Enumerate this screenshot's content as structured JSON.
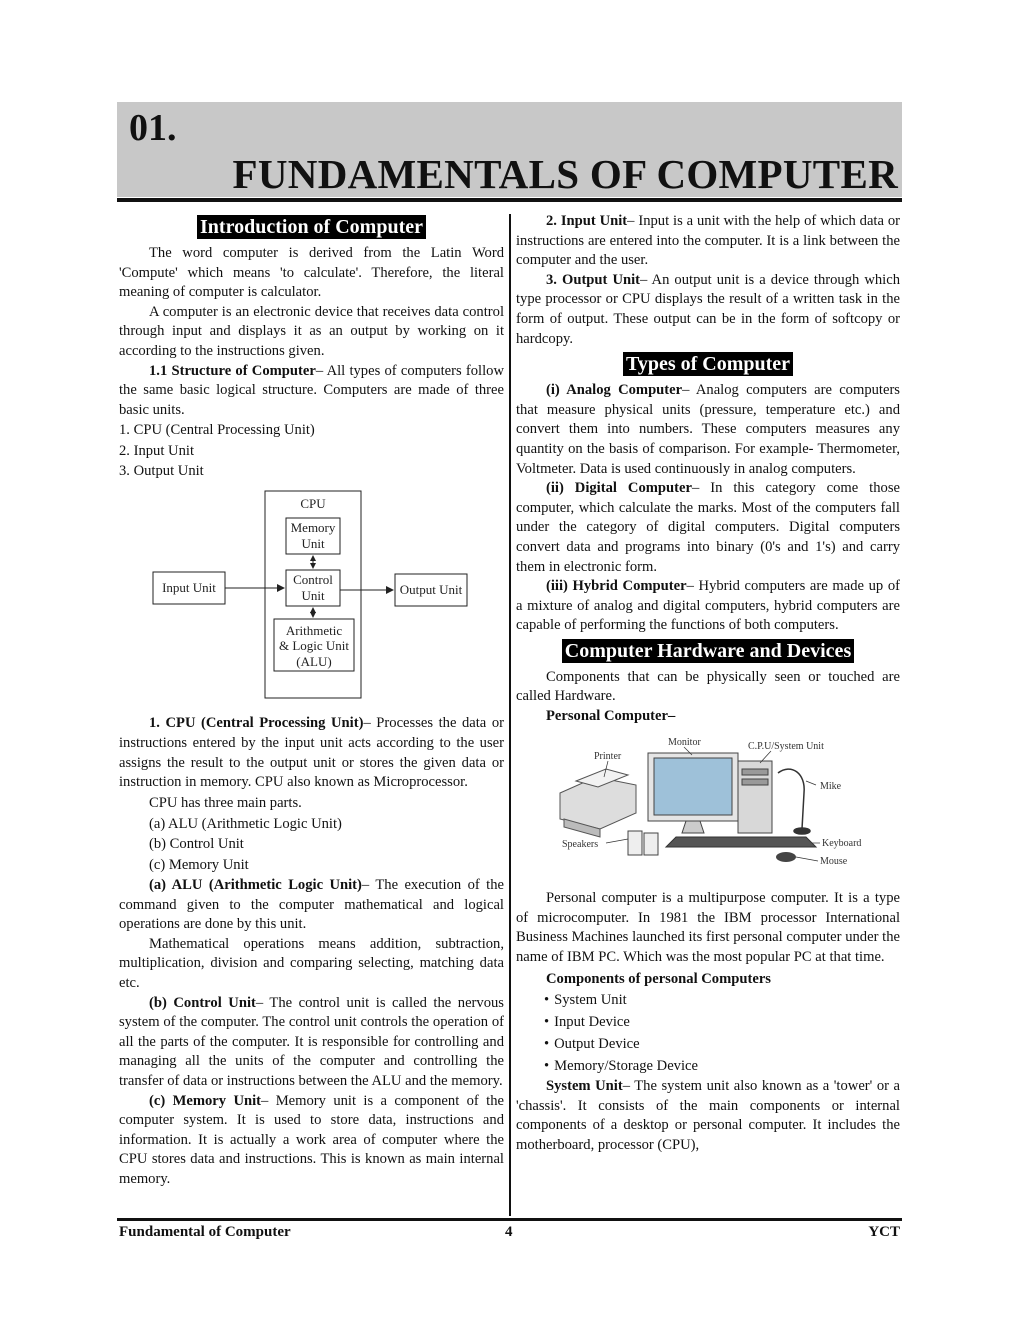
{
  "header": {
    "number": "01.",
    "title": "FUNDAMENTALS OF COMPUTER"
  },
  "left": {
    "h1": "Introduction of Computer",
    "p1": "The word computer is derived from the Latin Word 'Compute' which means 'to calculate'. Therefore, the literal meaning of computer is calculator.",
    "p2": "A computer is an electronic device that receives data control through input and displays it as an output by working on it according to the instructions given.",
    "p3_bold": "1.1 Structure of Computer",
    "p3": "– All types of computers follow the same basic logical structure. Computers are made of three basic units.",
    "units": [
      "1. CPU (Central Processing Unit)",
      "2. Input Unit",
      "3. Output Unit"
    ],
    "diagram": {
      "cpu": "CPU",
      "memory": [
        "Memory",
        "Unit"
      ],
      "control": [
        "Control",
        "Unit"
      ],
      "alu": [
        "Arithmetic",
        "& Logic Unit",
        "(ALU)"
      ],
      "input": "Input Unit",
      "output": "Output Unit"
    },
    "cpu_bold": "1. CPU (Central Processing Unit)",
    "cpu_text": "– Processes the data or instructions entered by the input unit acts according to the user assigns the result to the output unit or stores the given data or instruction in memory. CPU also known as Microprocessor.",
    "cpu_parts_intro": "CPU has three main parts.",
    "cpu_parts": [
      "(a) ALU (Arithmetic Logic Unit)",
      "(b) Control Unit",
      "(c) Memory Unit"
    ],
    "alu_bold": "(a) ALU (Arithmetic Logic Unit)",
    "alu_text": "– The execution of the command given to the computer mathematical and logical operations are done by this unit.",
    "math_text": "Mathematical operations means addition, subtraction, multiplication, division and comparing selecting, matching data etc.",
    "cu_bold": "(b) Control Unit",
    "cu_text": "– The control unit is called the nervous system of the computer. The control unit controls the operation of all the parts of the computer. It is responsible for controlling and managing all the units of the computer and controlling the transfer of data or instructions between the ALU and the memory.",
    "mu_bold": "(c) Memory Unit",
    "mu_text": "– Memory unit is a component of the computer system. It is used to store data, instructions and information. It is actually a work area of computer where the CPU stores data and instructions. This is known as main internal memory."
  },
  "right": {
    "in_bold": "2. Input Unit",
    "in_text": "– Input is a unit with the help of which data or instructions are entered into the computer. It is a link between the computer and the user.",
    "out_bold": "3. Output Unit",
    "out_text": "– An output unit is a device through which type processor or CPU displays the result of a written task in the form of output. These output can be in the form of softcopy or hardcopy.",
    "h2": "Types of Computer",
    "analog_bold": "(i) Analog Computer",
    "analog_text": "– Analog computers are computers that measure physical units (pressure, temperature etc.) and convert them into numbers. These computers measures any quantity on the basis of comparison. For example- Thermometer, Voltmeter. Data is used continuously in analog computers.",
    "digital_bold": "(ii) Digital Computer",
    "digital_text": "– In this category come those computer, which calculate the marks. Most of the computers fall under the category of digital computers. Digital computers convert data and programs into binary (0's and 1's) and carry them in electronic form.",
    "hybrid_bold": "(iii) Hybrid Computer",
    "hybrid_text": "– Hybrid computers are made up of a mixture of analog and digital computers, hybrid computers are capable of performing the functions of both computers.",
    "h3": "Computer Hardware and Devices",
    "hw_text": "Components that can be physically seen or touched are called Hardware.",
    "pc_label": "Personal Computer–",
    "pc_img": {
      "monitor": "Monitor",
      "cpu": "C.P.U/System Unit",
      "printer": "Printer",
      "mike": "Mike",
      "speakers": "Speakers",
      "keyboard": "Keyboard",
      "mouse": "Mouse"
    },
    "pc_text": "Personal computer is a multipurpose computer. It is a type of microcomputer. In 1981 the IBM processor International Business Machines launched its first personal computer under the name of IBM PC. Which was the most popular PC at that time.",
    "comp_heading": "Components of personal Computers",
    "comp_list": [
      "System Unit",
      "Input Device",
      "Output Device",
      "Memory/Storage Device"
    ],
    "sys_bold": "System Unit",
    "sys_text": "– The system unit also known as a 'tower' or a 'chassis'. It consists of the main components or internal components of a desktop or personal computer. It includes the motherboard, processor (CPU),"
  },
  "footer": {
    "left": "Fundamental of Computer",
    "center": "4",
    "right": "YCT"
  }
}
